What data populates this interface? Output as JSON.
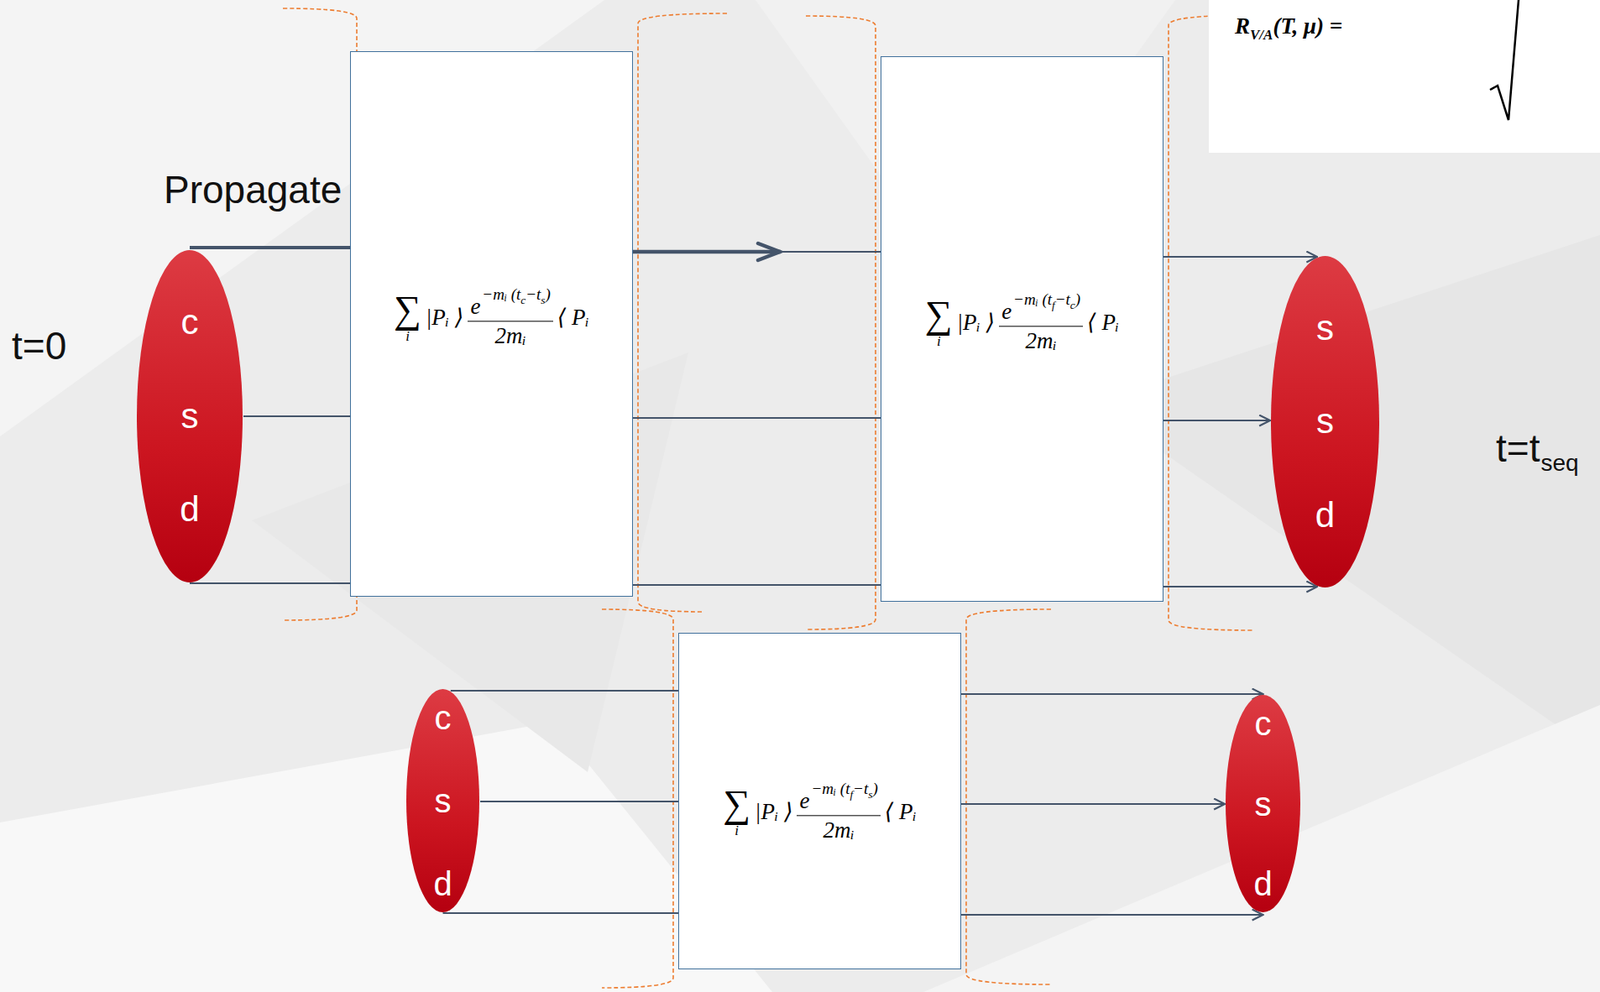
{
  "diagram": {
    "nodes": [
      {
        "text": [
          "c",
          "s",
          "d"
        ]
      },
      {
        "text": [
          "∑",
          "i",
          "|Pᵢ ⟩",
          "e",
          "−mᵢ (tc−ts)",
          "2mᵢ",
          "⟨ Pᵢ"
        ]
      },
      {
        "text": [
          "∑",
          "i",
          "|Pᵢ ⟩",
          "e",
          "−mᵢ (tf−tc)",
          "2mᵢ",
          "⟨ Pᵢ"
        ]
      },
      {
        "text": [
          "s",
          "s",
          "d"
        ]
      },
      {
        "text": [
          "c",
          "s",
          "d"
        ]
      },
      {
        "text": [
          "∑",
          "i",
          "|Pᵢ ⟩",
          "e",
          "−mᵢ (tf−ts)",
          "2mᵢ",
          "⟨ Pᵢ"
        ]
      },
      {
        "text": [
          "c",
          "s",
          "d"
        ]
      },
      {
        "text": [
          "R",
          "V/A",
          "(T, μ) ="
        ]
      }
    ],
    "edges": [
      {
        "from": 0,
        "to": 1,
        "arrow": "none"
      },
      {
        "from": 0,
        "to": 1,
        "arrow": "none"
      },
      {
        "from": 0,
        "to": 1,
        "arrow": "none"
      },
      {
        "from": 1,
        "to": 2,
        "arrow": "to"
      },
      {
        "from": 1,
        "to": 2,
        "arrow": "none"
      },
      {
        "from": 1,
        "to": 2,
        "arrow": "none"
      },
      {
        "from": 2,
        "to": 3,
        "arrow": "to"
      },
      {
        "from": 2,
        "to": 3,
        "arrow": "to"
      },
      {
        "from": 2,
        "to": 3,
        "arrow": "to"
      },
      {
        "from": 4,
        "to": 5,
        "arrow": "none"
      },
      {
        "from": 4,
        "to": 5,
        "arrow": "none"
      },
      {
        "from": 4,
        "to": 5,
        "arrow": "none"
      },
      {
        "from": 5,
        "to": 6,
        "arrow": "to"
      },
      {
        "from": 5,
        "to": 6,
        "arrow": "to"
      },
      {
        "from": 5,
        "to": 6,
        "arrow": "to"
      }
    ],
    "labels": [
      "t=0",
      "Propagate",
      "t=t",
      "seq"
    ]
  }
}
